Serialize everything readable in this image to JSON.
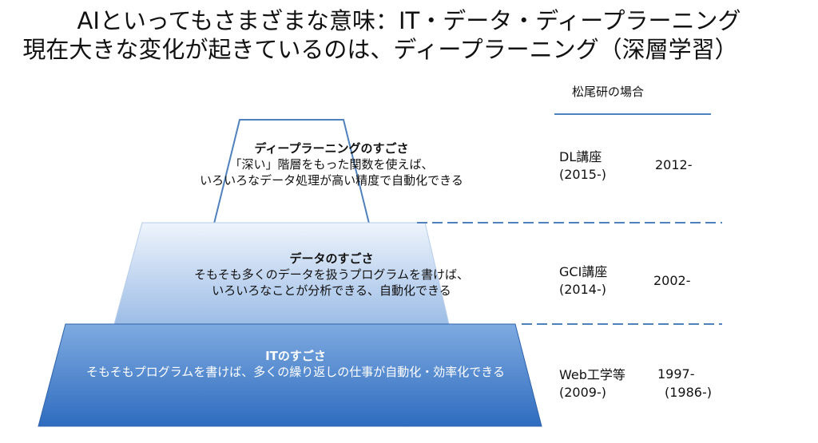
{
  "title": {
    "line1": "AIといってもさまざまな意味：IT・データ・ディープラーニング",
    "line2": "現在大きな変化が起きているのは、ディープラーニング（深層学習）"
  },
  "lab_header": "松尾研の場合",
  "tiers": [
    {
      "heading": "ディープラーニングのすごさ",
      "line1": "「深い」階層をもった関数を使えば、",
      "line2": "いろいろなデータ処理が高い精度で自動化できる",
      "course": "DL講座",
      "course_years": "(2015-)",
      "year": "2012-",
      "year2": ""
    },
    {
      "heading": "データのすごさ",
      "line1": "そもそも多くのデータを扱うプログラムを書けば、",
      "line2": "いろいろなことが分析できる、自動化できる",
      "course": "GCI講座",
      "course_years": "(2014-)",
      "year": "2002-",
      "year2": ""
    },
    {
      "heading": "ITのすごさ",
      "line1": "そもそもプログラムを書けば、多くの繰り返しの仕事が自動化・効率化できる",
      "line2": "",
      "course": "Web工学等",
      "course_years": "(2009-)",
      "year": "1997-",
      "year2": "(1986-)"
    }
  ],
  "colors": {
    "tier_dl_fill": "#ffffff",
    "tier_dl_stroke": "#4f81bd",
    "tier_data_top": "#eaf1fb",
    "tier_data_bottom": "#9ebde6",
    "tier_it_top": "#7aa7de",
    "tier_it_bottom": "#2e6bbf",
    "divider": "#4f81bd"
  }
}
